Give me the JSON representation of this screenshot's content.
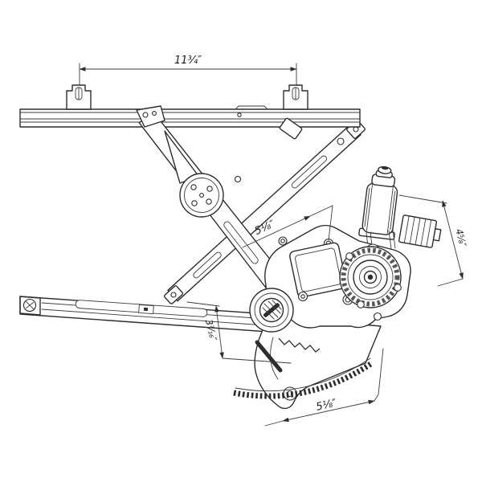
{
  "page": {
    "background": "#ffffff",
    "line_color": "#2d2d2d",
    "dim_color": "#3a3a3a",
    "description": "Technical line drawing of a power window regulator assembly with electric motor"
  },
  "drawing": {
    "dimensions": {
      "top": {
        "label": "11¾″"
      },
      "middle": {
        "label": "5⅛″"
      },
      "right": {
        "label": "4⅝″"
      },
      "left": {
        "label": "3⁷⁄₁₆″"
      },
      "bottom": {
        "label": "5⅛″"
      }
    },
    "parts": {
      "upper_rail": "upper mounting rail",
      "bracket_left": "left mounting bracket",
      "bracket_right": "right mounting bracket",
      "main_arm": "main lift arm",
      "cross_arm": "cross arm",
      "pivot_disc": "pivot disc",
      "lower_rail": "lower guide rail",
      "motor": "electric motor",
      "connector": "wiring connector",
      "drum": "cable drum",
      "hub": "spindle hub",
      "sector": "sector gear"
    }
  }
}
